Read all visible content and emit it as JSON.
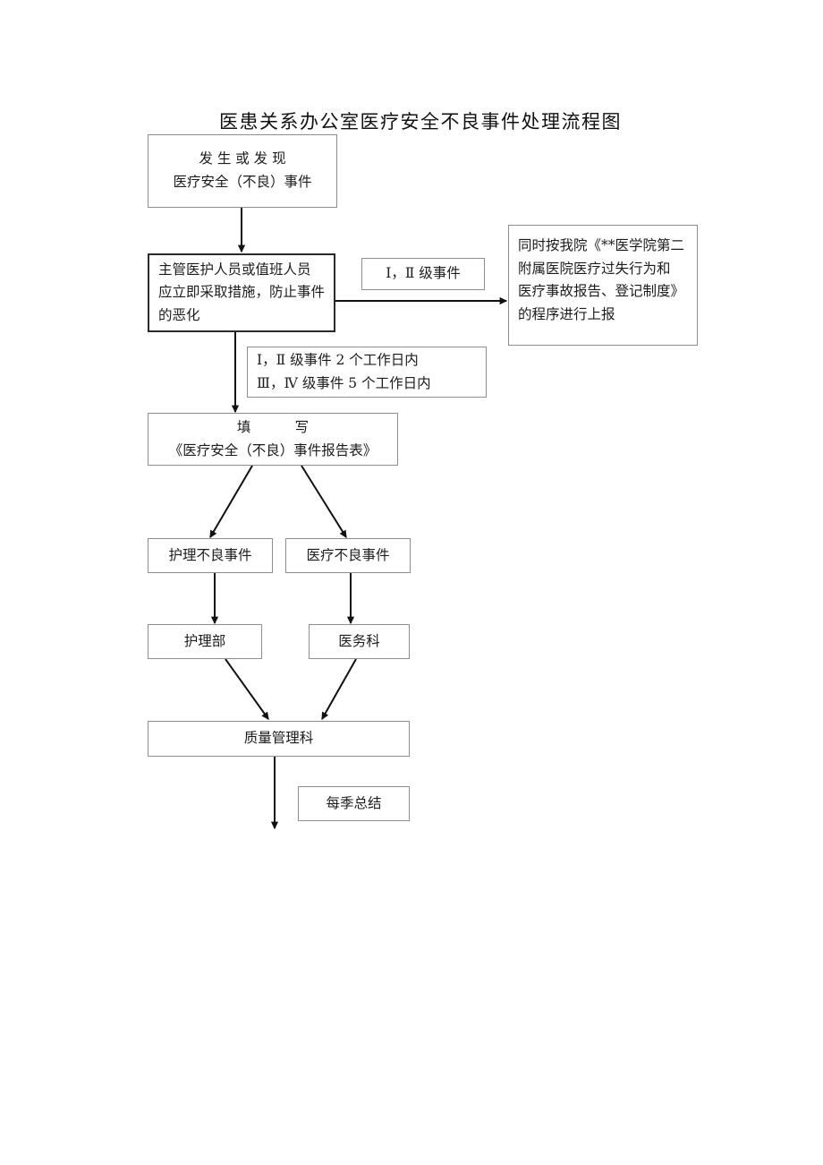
{
  "page": {
    "title": "医患关系办公室医疗安全不良事件处理流程图",
    "background_color": "#ffffff",
    "box_border_color": "#8e8e8e",
    "strong_border_color": "#2a2a2a",
    "arrow_color": "#111111",
    "text_color": "#1c1c1c"
  },
  "nodes": {
    "occurrence": {
      "name": "发生或发现医疗安全不良事件",
      "line1": "发 生 或 发 现",
      "line2": "医疗安全（不良）事件"
    },
    "immediate_action": {
      "name": "主管医护人员或值班人员应立即采取措施",
      "line1": "主管医护人员或值班人员",
      "line2": "应立即采取措施，防止事件",
      "line3": "的恶化"
    },
    "level_label": {
      "name": "I,II级事件",
      "line1": "Ⅰ，Ⅱ 级事件"
    },
    "report_system": {
      "name": "按医院医疗过失行为和医疗事故报告登记制度上报",
      "line1": "同时按我院《**医学院第二",
      "line2": "附属医院医疗过失行为和",
      "line3": "医疗事故报告、登记制度》",
      "line4": "的程序进行上报"
    },
    "deadline": {
      "name": "上报时限",
      "line1": "Ⅰ，Ⅱ 级事件 2 个工作日内",
      "line2": "Ⅲ，Ⅳ 级事件 5 个工作日内"
    },
    "fill_form": {
      "name": "填写医疗安全不良事件报告表",
      "line1": "填          写",
      "line2": "《医疗安全（不良）事件报告表》"
    },
    "nursing_event": {
      "name": "护理不良事件",
      "line1": "护理不良事件"
    },
    "medical_event": {
      "name": "医疗不良事件",
      "line1": "医疗不良事件"
    },
    "nursing_dept": {
      "name": "护理部",
      "line1": "护理部"
    },
    "medical_affairs": {
      "name": "医务科",
      "line1": "医务科"
    },
    "quality_dept": {
      "name": "质量管理科",
      "line1": "质量管理科"
    },
    "quarterly_summary": {
      "name": "每季总结",
      "line1": "每季总结"
    }
  }
}
